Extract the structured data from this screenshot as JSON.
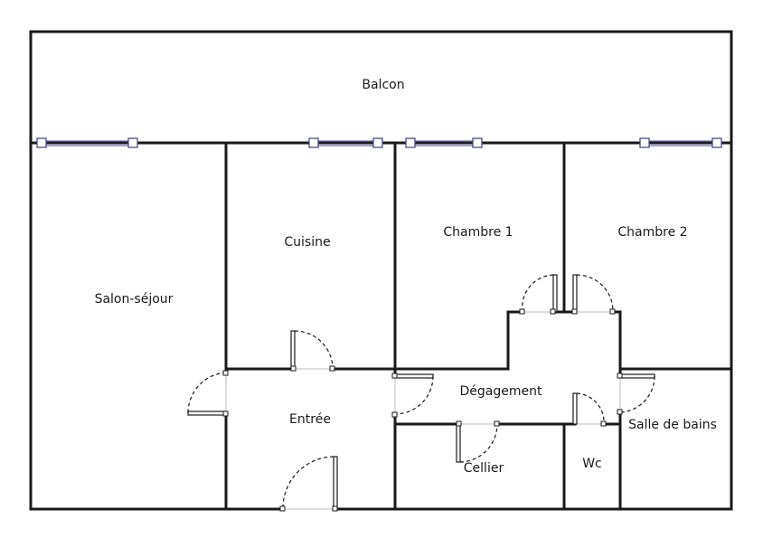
{
  "plan": {
    "rooms": [
      {
        "id": "balcon",
        "label": "Balcon"
      },
      {
        "id": "salon",
        "label": "Salon-séjour"
      },
      {
        "id": "cuisine",
        "label": "Cuisine"
      },
      {
        "id": "chambre1",
        "label": "Chambre 1"
      },
      {
        "id": "chambre2",
        "label": "Chambre 2"
      },
      {
        "id": "degagement",
        "label": "Dégagement"
      },
      {
        "id": "entree",
        "label": "Entrée"
      },
      {
        "id": "cellier",
        "label": "Cellier"
      },
      {
        "id": "wc",
        "label": "Wc"
      },
      {
        "id": "sdb",
        "label": "Salle de bains"
      }
    ]
  }
}
